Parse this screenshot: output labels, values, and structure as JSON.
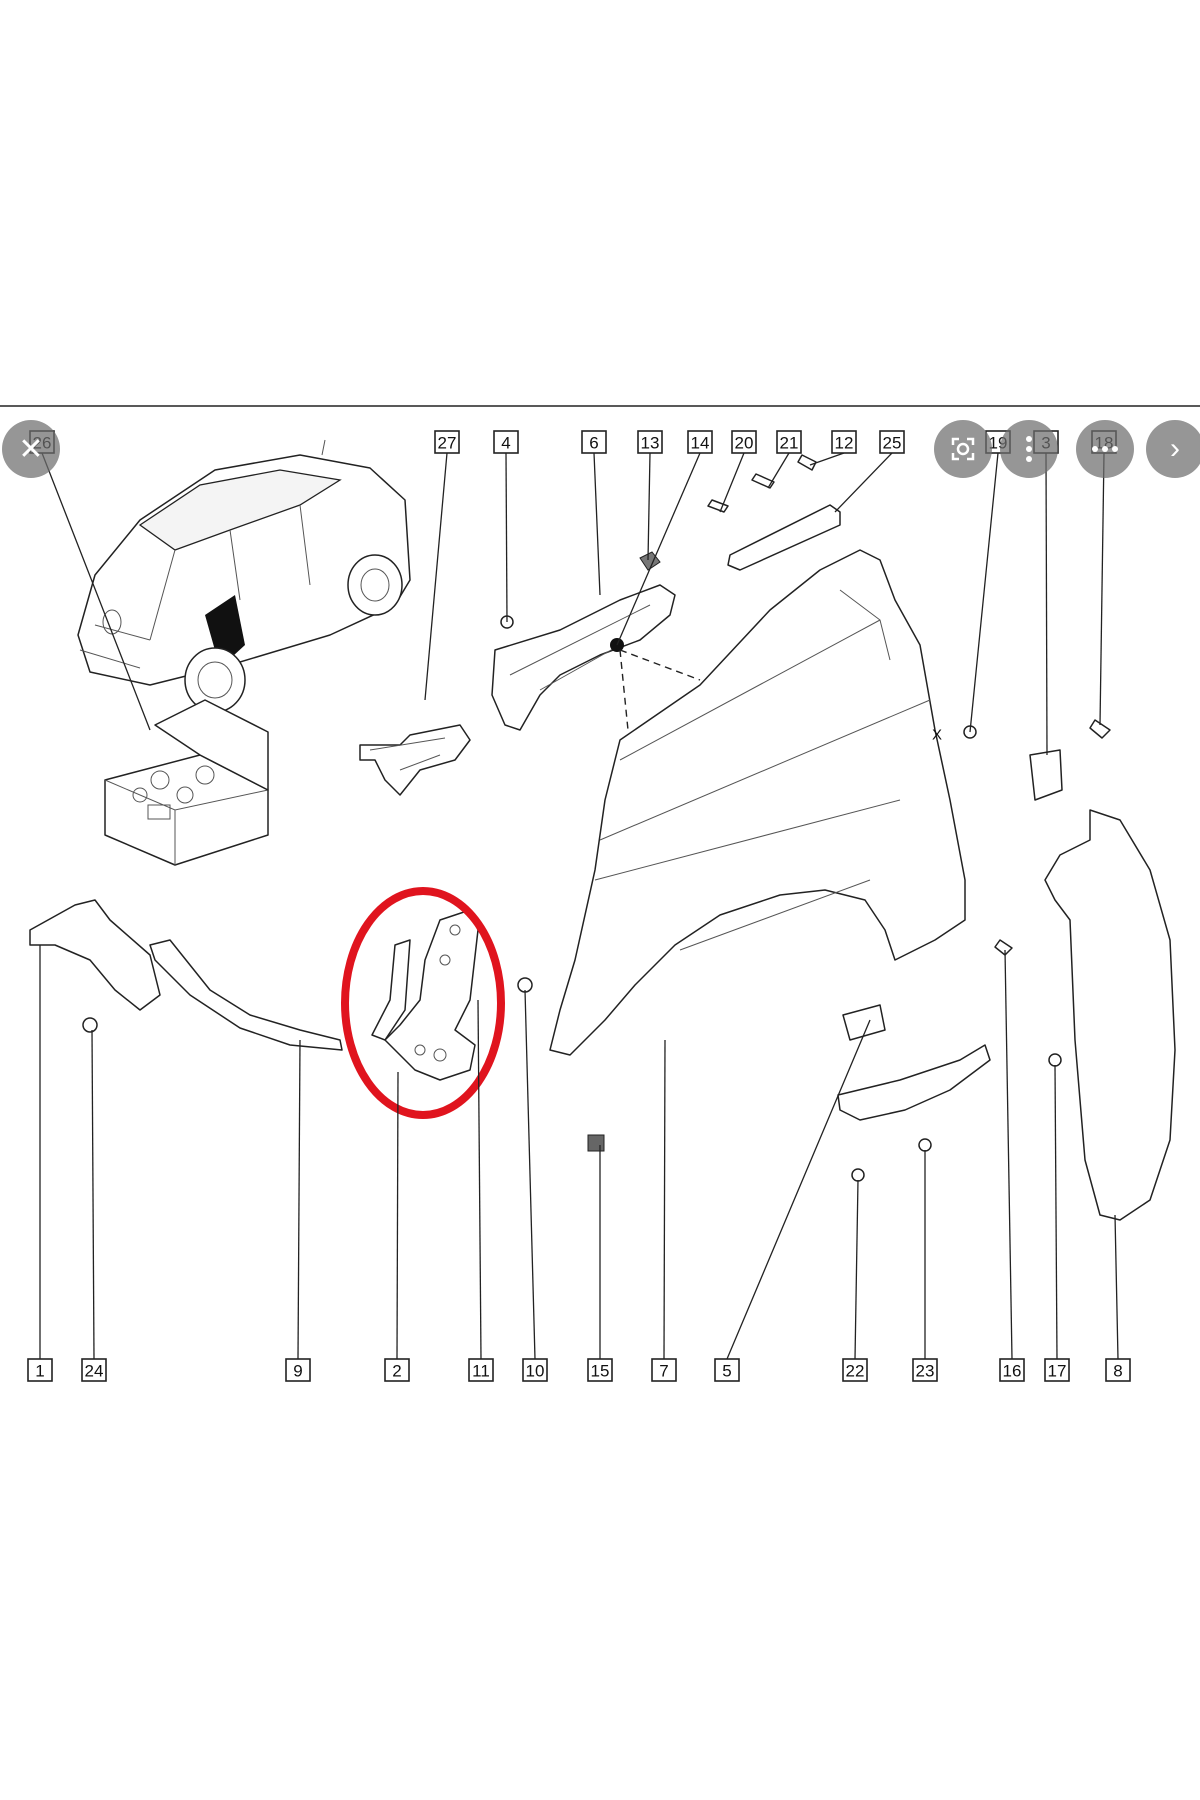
{
  "overlay": {
    "close_glyph": "✕",
    "next_glyph": "›",
    "lens_icon": "lens-search-icon",
    "menu_icon": "more-vertical-icon",
    "more_icon": "more-horizontal-icon",
    "button_color": "#6e6e6e"
  },
  "diagram": {
    "callouts_top": [
      "26",
      "27",
      "4",
      "6",
      "13",
      "14",
      "20",
      "21",
      "12",
      "25",
      "19",
      "3",
      "18"
    ],
    "callouts_bottom": [
      "1",
      "24",
      "9",
      "2",
      "11",
      "10",
      "15",
      "7",
      "5",
      "22",
      "23",
      "16",
      "17",
      "8"
    ],
    "x_marker": "X",
    "highlight_color": "#e0141e"
  }
}
